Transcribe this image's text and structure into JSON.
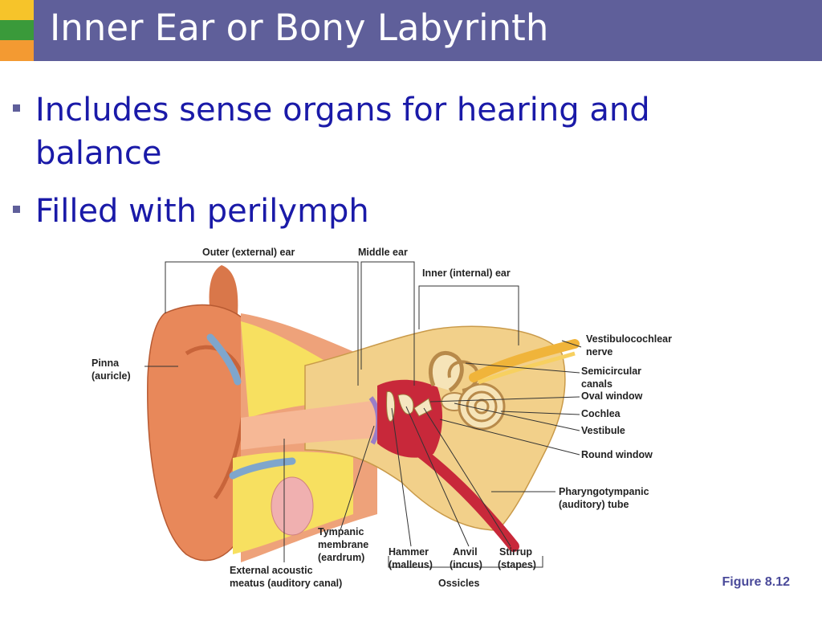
{
  "slide": {
    "title": "Inner Ear or Bony Labyrinth",
    "bullets": [
      "Includes sense organs for hearing and balance",
      "Filled with perilymph"
    ],
    "figure_number": "Figure 8.12"
  },
  "colors": {
    "title_bar": "#5f5f9a",
    "bullet_text": "#1a1aa8",
    "skin": "#e8885a",
    "bone": "#f2d08a",
    "fat": "#f7e060"
  },
  "diagram": {
    "regions": {
      "outer": "Outer (external) ear",
      "middle": "Middle ear",
      "inner": "Inner (internal) ear"
    },
    "labels": {
      "pinna_1": "Pinna",
      "pinna_2": "(auricle)",
      "vestibulocochlear_1": "Vestibulocochlear",
      "vestibulocochlear_2": "nerve",
      "semicircular_1": "Semicircular",
      "semicircular_2": "canals",
      "oval_window": "Oval window",
      "cochlea": "Cochlea",
      "vestibule": "Vestibule",
      "round_window": "Round window",
      "pharyngotympanic_1": "Pharyngotympanic",
      "pharyngotympanic_2": "(auditory) tube",
      "tympanic_1": "Tympanic",
      "tympanic_2": "membrane",
      "tympanic_3": "(eardrum)",
      "hammer_1": "Hammer",
      "hammer_2": "(malleus)",
      "anvil_1": "Anvil",
      "anvil_2": "(incus)",
      "stirrup_1": "Stirrup",
      "stirrup_2": "(stapes)",
      "external_1": "External acoustic",
      "external_2": "meatus (auditory canal)",
      "ossicles": "Ossicles"
    }
  }
}
